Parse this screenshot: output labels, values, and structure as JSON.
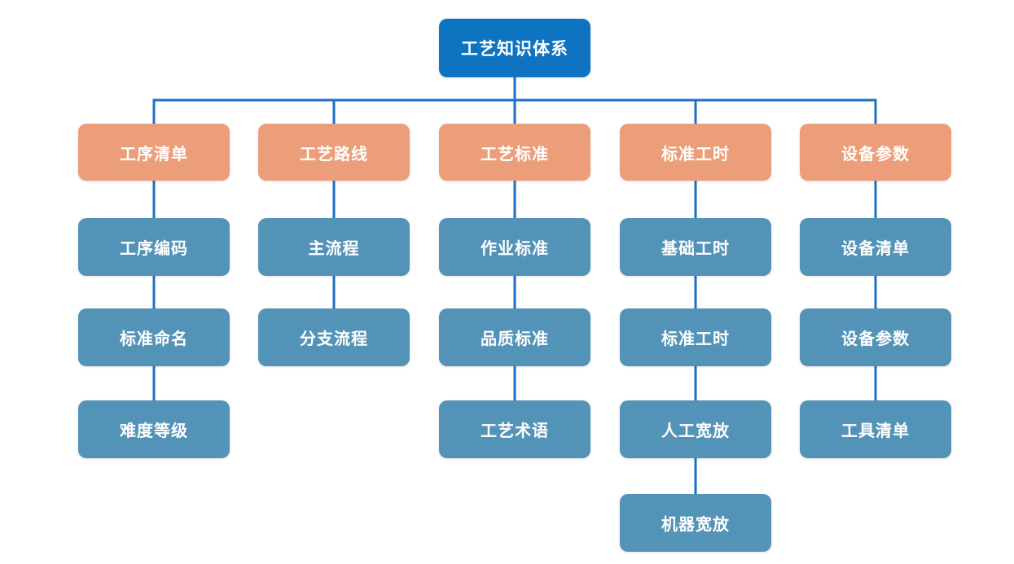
{
  "diagram": {
    "type": "tree",
    "root": "工艺知识体系",
    "colors": {
      "root": "#0e73c0",
      "branch": "#eb9e79",
      "leaf": "#5493b8",
      "line": "#1e70c4",
      "text": "#ffffff",
      "background": "#ffffff"
    },
    "branches": [
      {
        "label": "工序清单",
        "children": [
          "工序编码",
          "标准命名",
          "难度等级"
        ]
      },
      {
        "label": "工艺路线",
        "children": [
          "主流程",
          "分支流程"
        ]
      },
      {
        "label": "工艺标准",
        "children": [
          "作业标准",
          "品质标准",
          "工艺术语"
        ]
      },
      {
        "label": "标准工时",
        "children": [
          "基础工时",
          "标准工时",
          "人工宽放",
          "机器宽放"
        ]
      },
      {
        "label": "设备参数",
        "children": [
          "设备清单",
          "设备参数",
          "工具清单"
        ]
      }
    ]
  }
}
